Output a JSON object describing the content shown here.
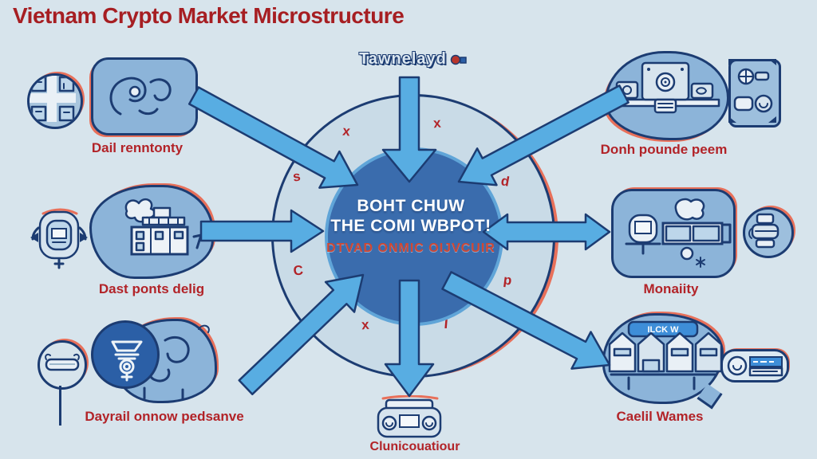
{
  "title": "Vietnam Crypto Market Microstructure",
  "top_label": {
    "text": "Tawnelayd"
  },
  "hub": {
    "line1": "BOHT CHUW",
    "line2": "THE COMI WBPOT!",
    "line3": "DTVAD ONMIC OIJVCUIR",
    "ring_letters": [
      "s",
      "x",
      "x",
      "d",
      "C",
      "p",
      "x",
      "I"
    ]
  },
  "nodes": {
    "left_top": {
      "label": "Dail renntonty"
    },
    "left_middle": {
      "label": "Dast ponts delig"
    },
    "left_bottom": {
      "label": "Dayrail onnow pedsanve"
    },
    "right_top": {
      "label": "Donh pounde peem"
    },
    "right_middle": {
      "label": "Monaiity"
    },
    "right_bottom": {
      "label": "Caelil Wames",
      "badge": "ILCK W"
    },
    "bottom": {
      "label": "Clunicouatiour"
    }
  },
  "colors": {
    "background": "#d7e4ec",
    "outline_navy": "#1c3c72",
    "node_fill": "#8cb4d9",
    "arrow_fill": "#58ade2",
    "hub_ring_fill": "#c9dbe7",
    "hub_inner_fill": "#3a6cad",
    "hub_inner_border": "#60a5d8",
    "label_red": "#b22328",
    "banner_blue": "#3e8ed8",
    "sketch_orange": "#e8705a"
  }
}
